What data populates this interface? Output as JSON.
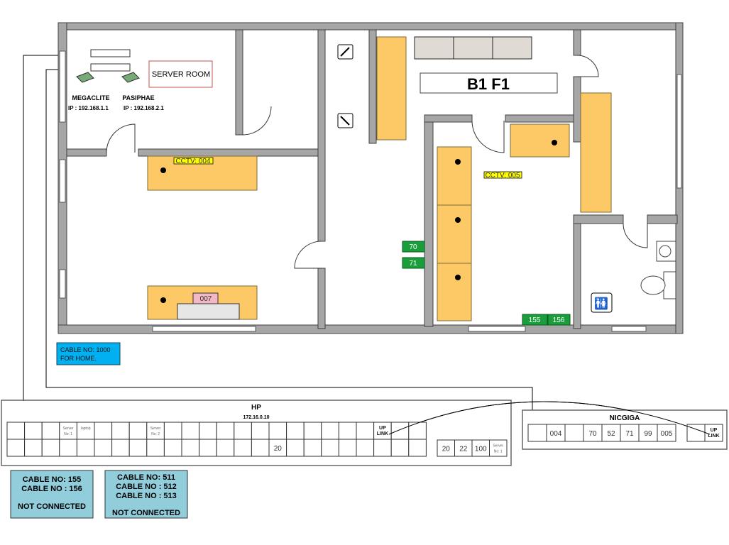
{
  "floor_label": "B1 F1",
  "server_room_label": "SERVER ROOM",
  "devices": [
    {
      "name": "MEGACLITE",
      "ip": "IP : 192.168.1.1"
    },
    {
      "name": "PASIPHAE",
      "ip": "IP : 192.168.2.1"
    }
  ],
  "cctv": [
    "CCTV: 004",
    "CCTV: 005"
  ],
  "tv_label": "007",
  "wall_ports": [
    "70",
    "71",
    "155",
    "156"
  ],
  "cable_note": {
    "line1": "CABLE NO: 1000",
    "line2": "FOR HOME."
  },
  "hp_switch": {
    "title": "HP",
    "ip": "172.16.0.10",
    "top_row": [
      "",
      "",
      "",
      "Server No: 1",
      "laptop",
      "",
      "",
      "",
      "Server No: 2",
      "",
      "",
      "",
      "",
      "",
      "",
      "",
      "",
      "",
      "",
      "",
      "",
      "UP LINK",
      "",
      ""
    ],
    "bottom_row": [
      "",
      "",
      "",
      "",
      "",
      "",
      "",
      "",
      "",
      "",
      "",
      "",
      "",
      "",
      "",
      "20",
      "",
      "",
      "",
      "",
      "",
      "",
      "",
      ""
    ],
    "extra": [
      "20",
      "22",
      "100",
      "Server No: 1"
    ]
  },
  "nicgiga_switch": {
    "title": "NICGIGA",
    "ports": [
      "",
      "004",
      "",
      "70",
      "52",
      "71",
      "99",
      "005"
    ],
    "extra": [
      "",
      "UP LINK"
    ]
  },
  "notes": [
    {
      "lines": [
        "CABLE NO: 155",
        "CABLE NO : 156"
      ],
      "status": "NOT CONNECTED"
    },
    {
      "lines": [
        "CABLE NO: 511",
        "CABLE NO : 512",
        "CABLE NO : 513"
      ],
      "status": "NOT CONNECTED"
    }
  ],
  "colors": {
    "furniture": "#fdc966",
    "port": "#1a9e3c",
    "note": "#92cddc",
    "cable_note": "#00b0f0",
    "cctv": "#ffff00"
  }
}
